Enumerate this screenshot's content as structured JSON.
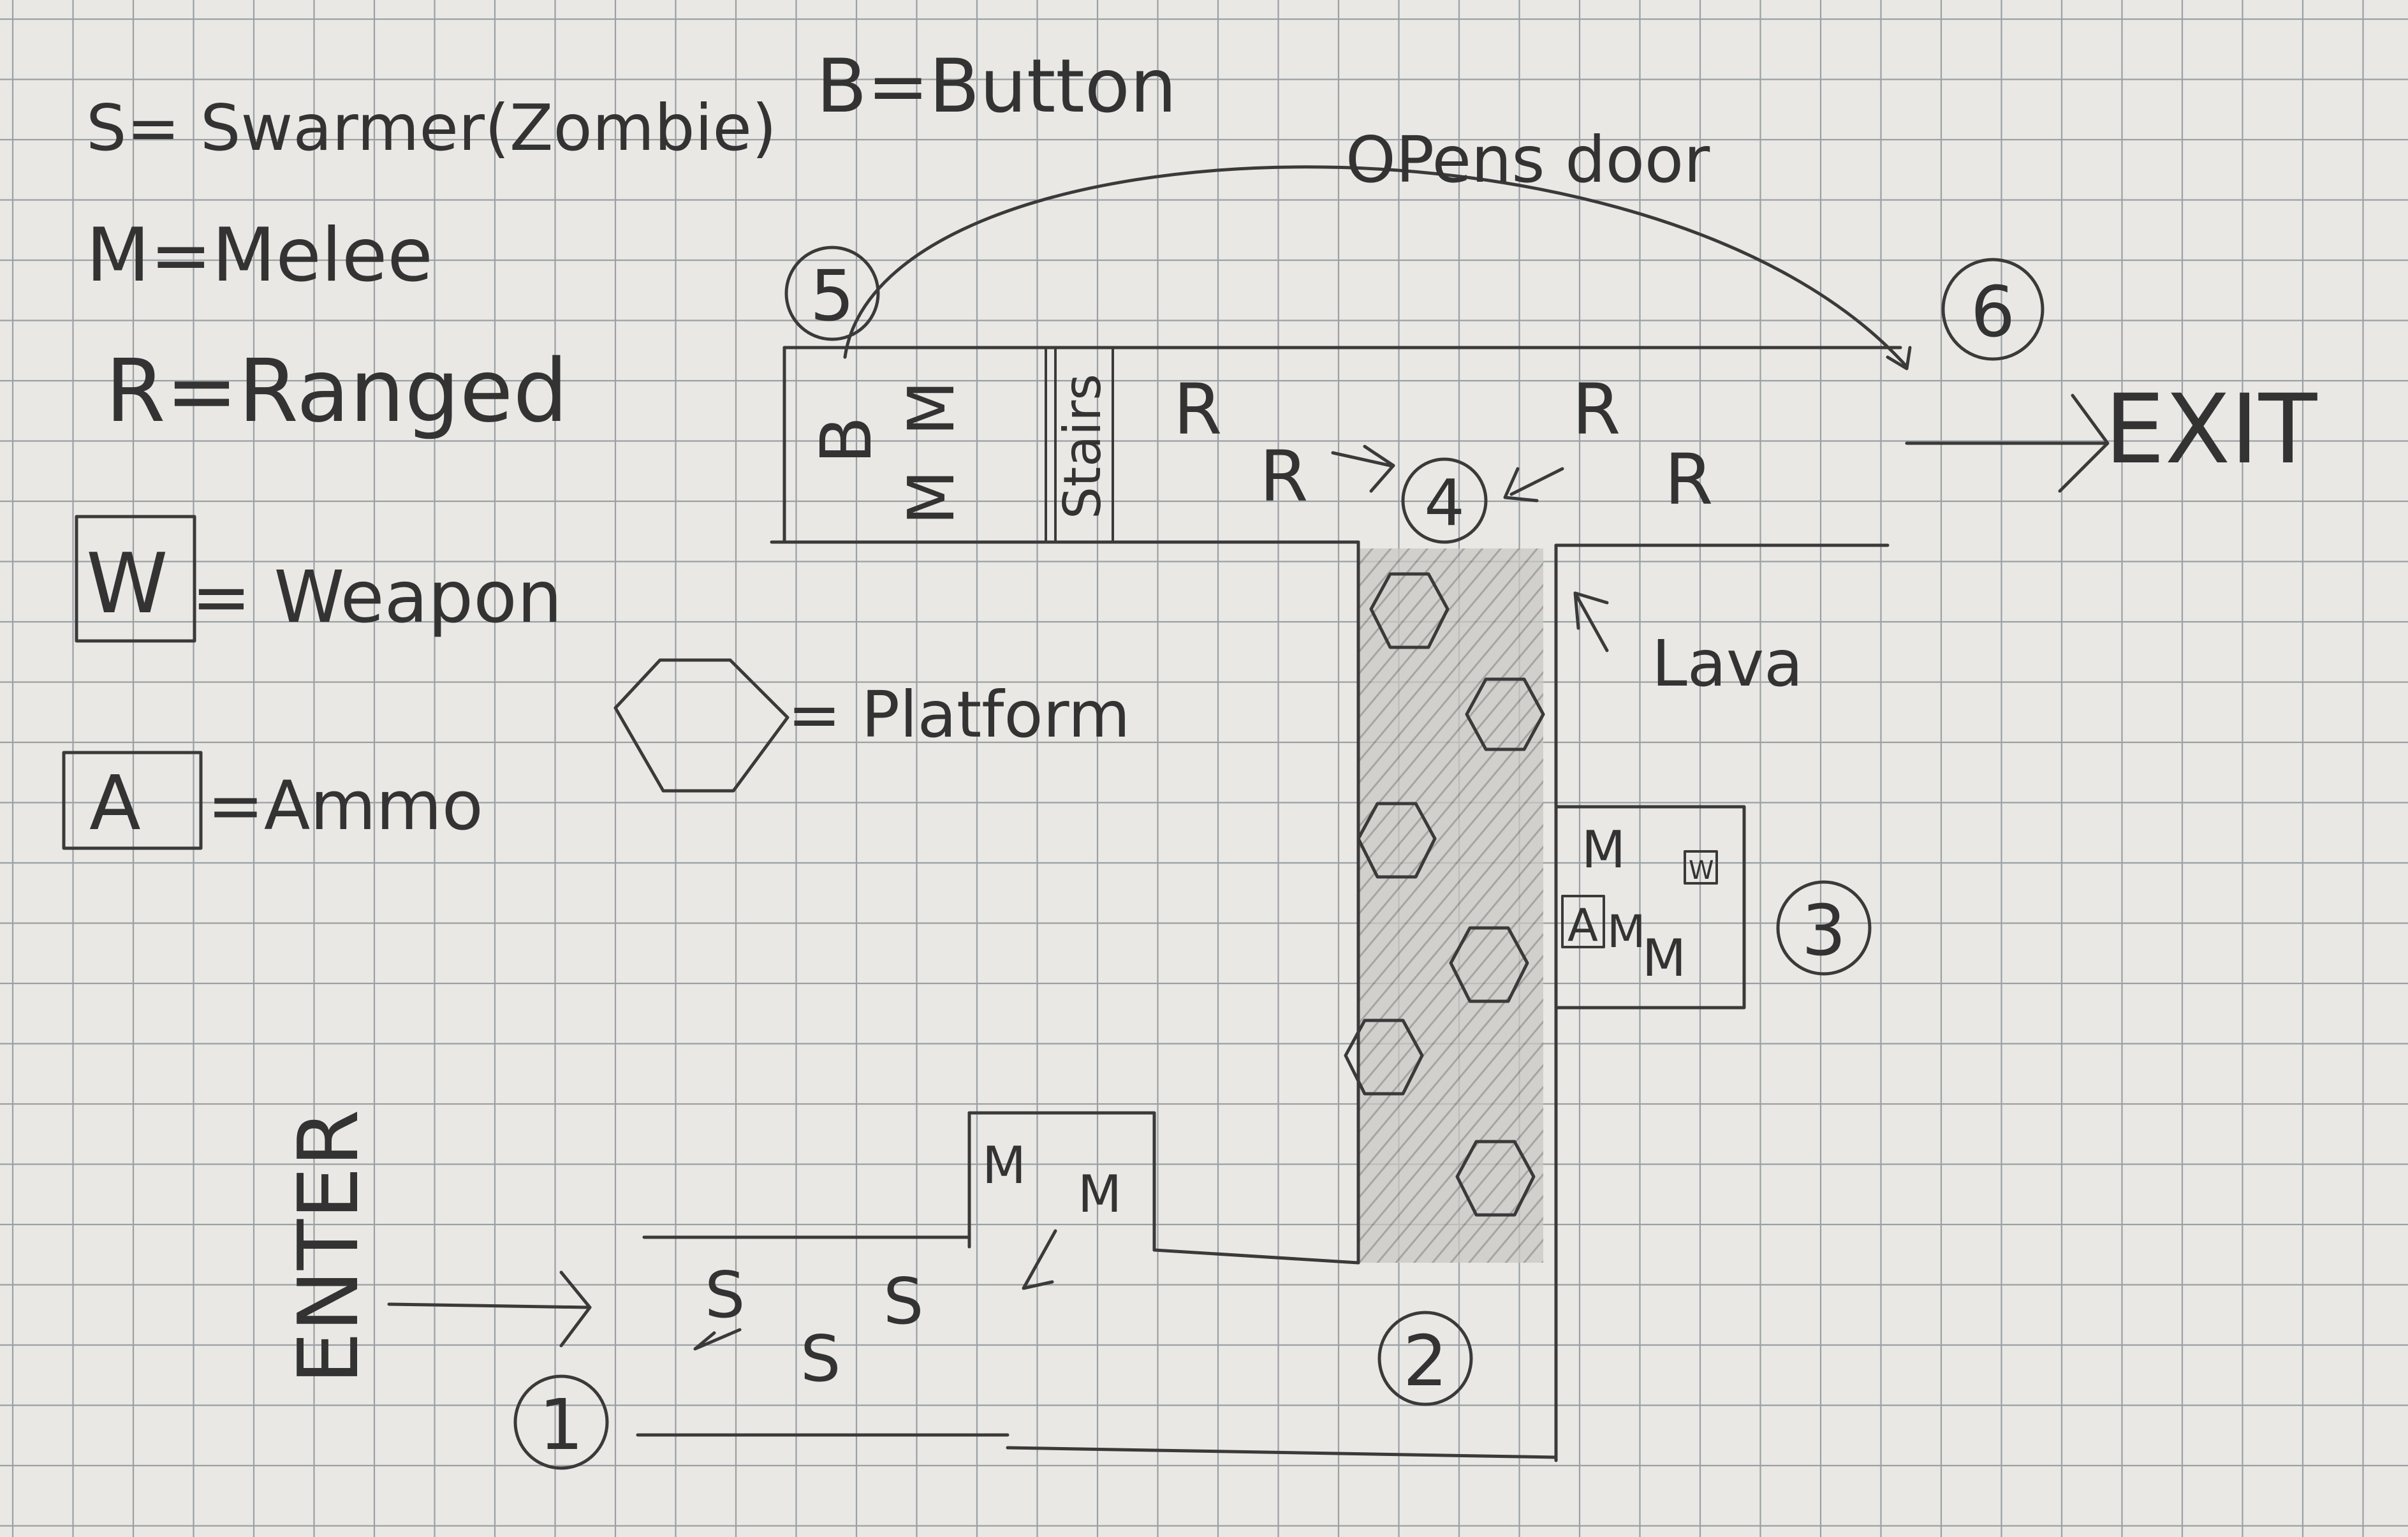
{
  "legend": {
    "swarmer": "S= Swarmer(Zombie)",
    "button": "B=Button",
    "melee": "M=Melee",
    "ranged": "R=Ranged",
    "weapon": "= Weapon",
    "weapon_symbol": "W",
    "platform": "= Platform",
    "ammo": "=Ammo",
    "ammo_symbol": "A"
  },
  "annotations": {
    "opens_door": "OPens door",
    "exit": "EXIT",
    "enter": "ENTER",
    "lava": "Lava",
    "stairs": "Stairs"
  },
  "checkpoints": [
    "1",
    "2",
    "3",
    "4",
    "5",
    "6"
  ],
  "enemies": {
    "swarmer": "S",
    "melee": "M",
    "ranged": "R",
    "button": "B"
  },
  "colors": {
    "paper": "#e9e8e4",
    "grid": "#9aa0a4",
    "ink": "#3a3a3a",
    "lava_shade": "#8e8e8e"
  }
}
